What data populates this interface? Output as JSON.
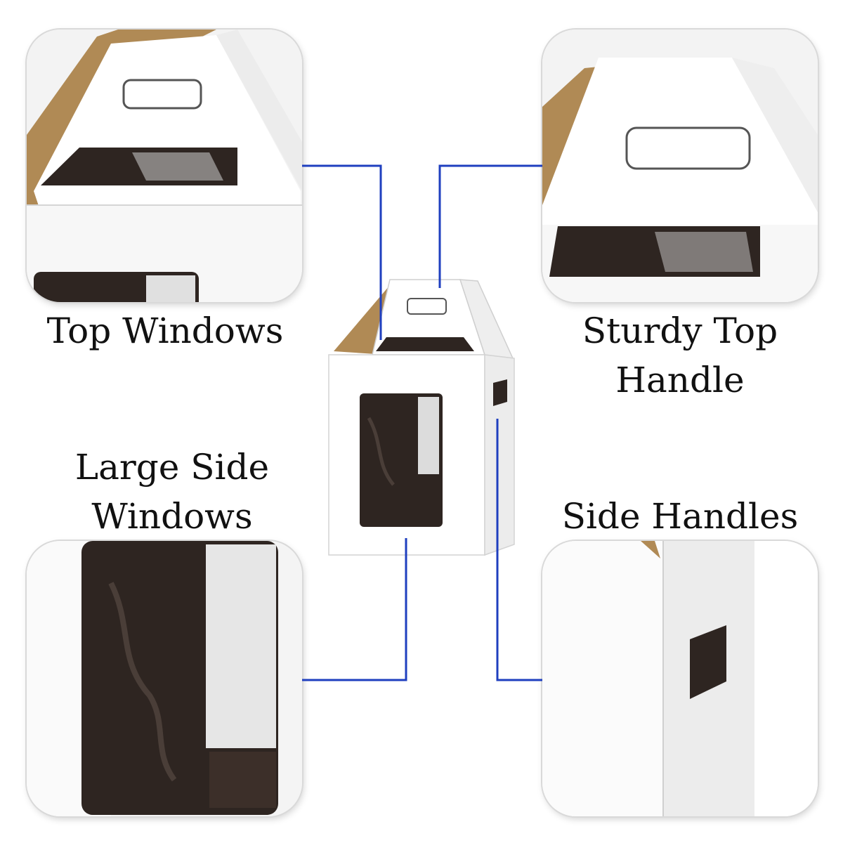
{
  "labels": {
    "top_windows": "Top Windows",
    "sturdy_top_handle_line1": "Sturdy Top",
    "sturdy_top_handle_line2": "Handle",
    "large_side_windows_line1": "Large Side",
    "large_side_windows_line2": "Windows",
    "side_handles": "Side Handles"
  },
  "colors": {
    "connector": "#1f3fbf",
    "box_white": "#ffffff",
    "box_shade": "#e6e6e6",
    "kraft": "#b08a55",
    "window_dark": "#2e2521"
  }
}
